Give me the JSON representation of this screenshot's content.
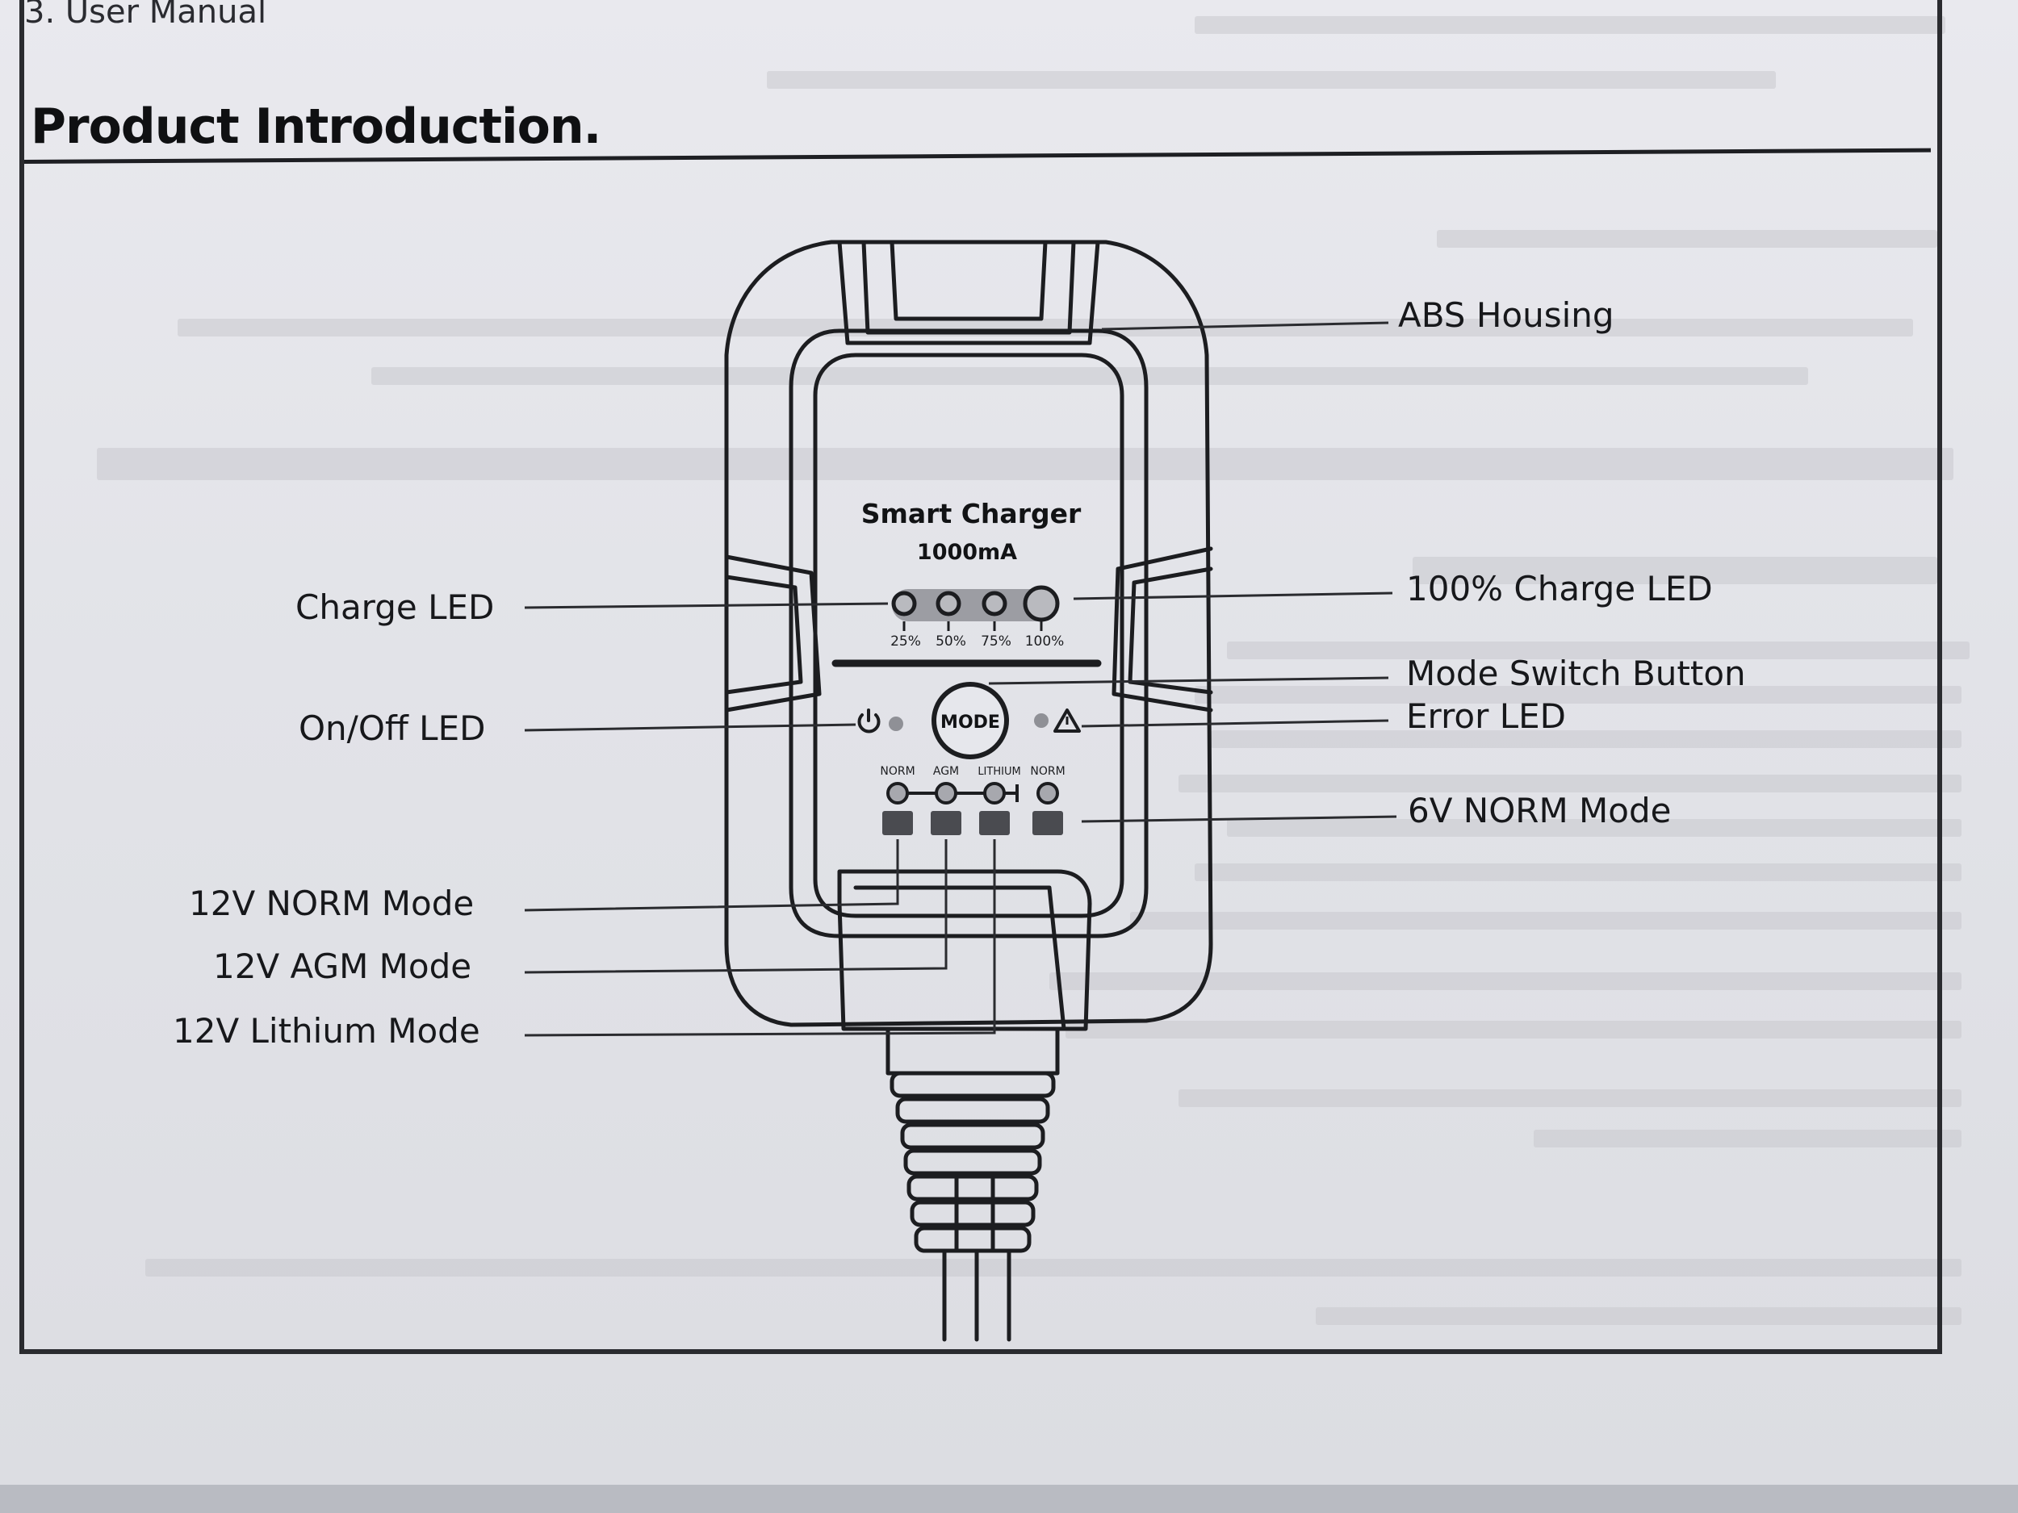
{
  "header": {
    "manual_label": "3. User Manual",
    "section_title": "Product Introduction."
  },
  "device": {
    "brand_label": "Smart Charger",
    "current_label": "1000mA",
    "charge_levels": [
      "25%",
      "50%",
      "75%",
      "100%"
    ],
    "mode_button_label": "MODE",
    "mode_labels": [
      "NORM",
      "AGM",
      "LITHIUM",
      "NORM"
    ]
  },
  "callouts": {
    "abs_housing": "ABS Housing",
    "charge_led": "Charge LED",
    "full_charge_led": "100% Charge LED",
    "mode_switch_button": "Mode Switch Button",
    "on_off_led": "On/Off LED",
    "error_led": "Error LED",
    "six_v_norm_mode": "6V NORM Mode",
    "twelve_v_norm_mode": "12V NORM Mode",
    "twelve_v_agm_mode": "12V AGM Mode",
    "twelve_v_lithium_mode": "12V Lithium Mode"
  }
}
